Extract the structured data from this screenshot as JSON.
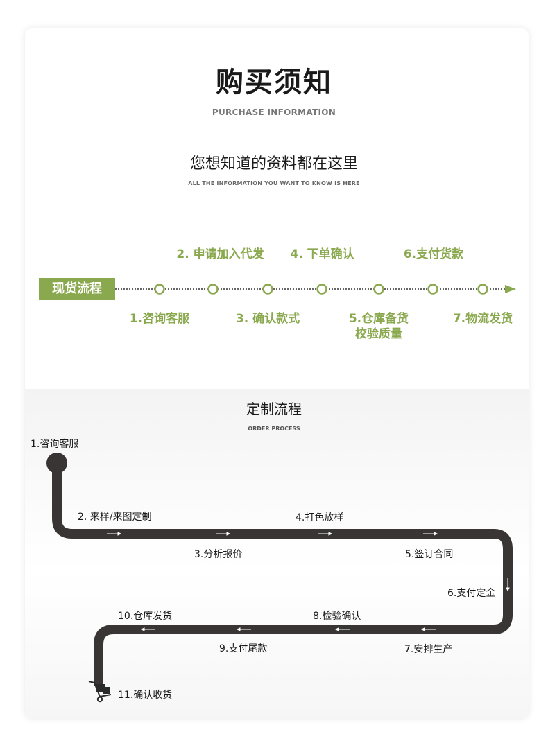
{
  "header": {
    "title": "购买须知",
    "title_en": "PURCHASE INFORMATION",
    "subtitle": "您想知道的资料都在这里",
    "subtitle_en": "ALL THE INFORMATION YOU WANT TO KNOW IS HERE"
  },
  "stock_process": {
    "label": "现货流程",
    "steps": [
      {
        "text": "1.咨询客服"
      },
      {
        "text": "2. 申请加入代发"
      },
      {
        "text": "3. 确认款式"
      },
      {
        "text": "4. 下单确认"
      },
      {
        "text": "5.仓库备货",
        "text2": "校验质量"
      },
      {
        "text": "6.支付货款"
      },
      {
        "text": "7.物流发货"
      }
    ]
  },
  "order_process": {
    "title": "定制流程",
    "title_en": "ORDER PROCESS",
    "steps": [
      "1.咨询客服",
      "2. 来样/来图定制",
      "3.分析报价",
      "4.打色放样",
      "5.签订合同",
      "6.支付定金",
      "7.安排生产",
      "8.检验确认",
      "9.支付尾款",
      "10.仓库发货",
      "11.确认收货"
    ]
  },
  "colors": {
    "accent": "#8aa94e",
    "road": "#3a3535"
  }
}
